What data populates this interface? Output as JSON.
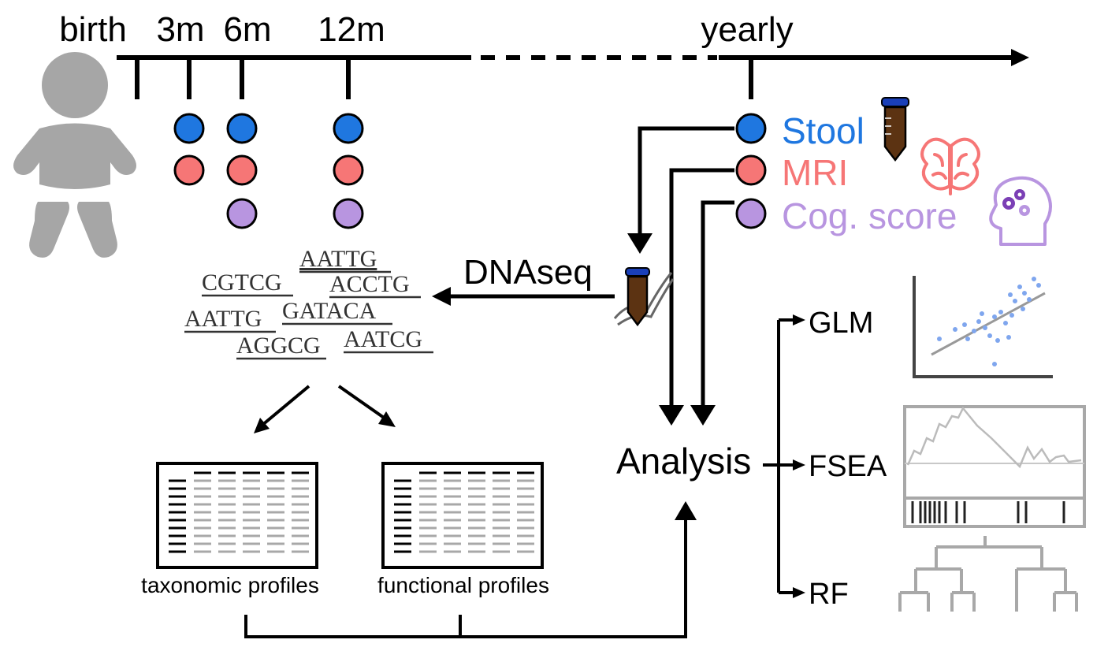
{
  "timeline": {
    "labels": [
      "birth",
      "3m",
      "6m",
      "12m",
      "yearly"
    ]
  },
  "legend": {
    "stool": "Stool",
    "mri": "MRI",
    "cog": "Cog. score"
  },
  "colors": {
    "stool": "#1f77e0",
    "mri": "#f67676",
    "cog": "#b895e0",
    "black": "#000000",
    "gray": "#a8a8a8",
    "scatter_points": "#7fa6ee"
  },
  "sequences": [
    "AATTG",
    "CGTCG",
    "ACCTG",
    "AATTG",
    "GATACA",
    "AGGCG",
    "AATCG"
  ],
  "dnaseq_label": "DNAseq",
  "profiles": {
    "taxonomic": "taxonomic profiles",
    "functional": "functional profiles"
  },
  "analysis_label": "Analysis",
  "methods": {
    "glm": "GLM",
    "fsea": "FSEA",
    "rf": "RF"
  },
  "icons": [
    "baby-icon",
    "stool-tube-icon",
    "brain-icon",
    "head-gears-icon",
    "dna-tube-icon",
    "scatter-plot-icon",
    "enrichment-plot-icon",
    "dendrogram-icon"
  ]
}
